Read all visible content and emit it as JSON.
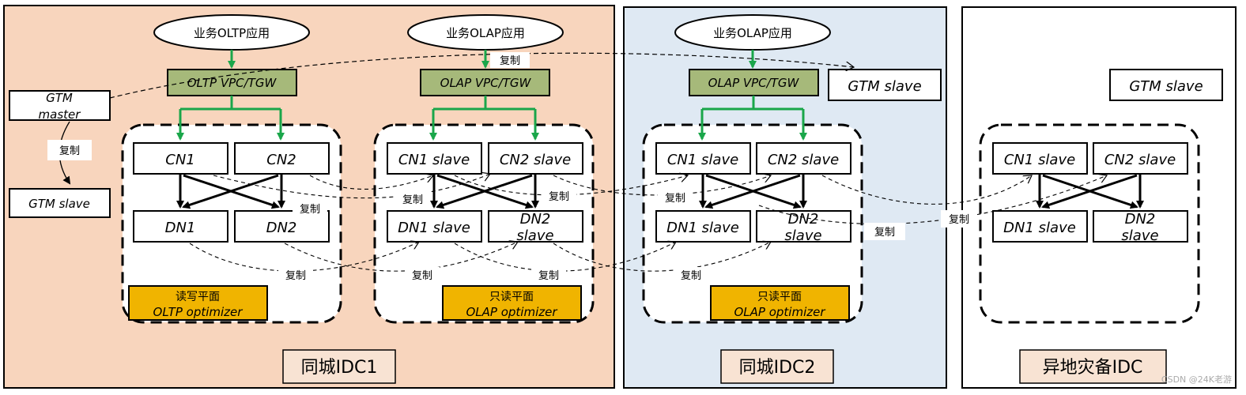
{
  "zones": [
    {
      "id": "idc1",
      "title": "同城IDC1",
      "fill": "#f8d5bd"
    },
    {
      "id": "idc2",
      "title": "同城IDC2",
      "fill": "#dfe9f3"
    },
    {
      "id": "idc3",
      "title": "异地灾备IDC",
      "fill": "#ffffff"
    }
  ],
  "apps": {
    "oltp": "业务OLTP应用",
    "olap1": "业务OLAP应用",
    "olap2": "业务OLAP应用"
  },
  "gateways": {
    "oltp": "OLTP VPC/TGW",
    "olap1": "OLAP VPC/TGW",
    "olap2": "OLAP VPC/TGW"
  },
  "gtm": {
    "master_line1": "GTM",
    "master_line2": "master",
    "slave_idc1": "GTM slave",
    "slave_idc2": "GTM slave",
    "slave_idc3": "GTM slave"
  },
  "clusters": {
    "oltp": {
      "cn1": "CN1",
      "cn2": "CN2",
      "dn1": "DN1",
      "dn2": "DN2",
      "plane_line1": "读写平面",
      "plane_line2": "OLTP optimizer"
    },
    "olap1": {
      "cn1": "CN1 slave",
      "cn2": "CN2 slave",
      "dn1": "DN1 slave",
      "dn2_line1": "DN2",
      "dn2_line2": "slave",
      "plane_line1": "只读平面",
      "plane_line2": "OLAP optimizer"
    },
    "olap2": {
      "cn1": "CN1 slave",
      "cn2": "CN2 slave",
      "dn1": "DN1 slave",
      "dn2_line1": "DN2",
      "dn2_line2": "slave",
      "plane_line1": "只读平面",
      "plane_line2": "OLAP optimizer"
    },
    "dr": {
      "cn1": "CN1 slave",
      "cn2": "CN2 slave",
      "dn1": "DN1 slave",
      "dn2_line1": "DN2",
      "dn2_line2": "slave"
    }
  },
  "replication_label": "复制",
  "watermark": "CSDN @24K老游",
  "colors": {
    "green_arrow": "#1aa64a",
    "gateway_fill": "#a6b97a",
    "plane_fill": "#f0b400"
  }
}
